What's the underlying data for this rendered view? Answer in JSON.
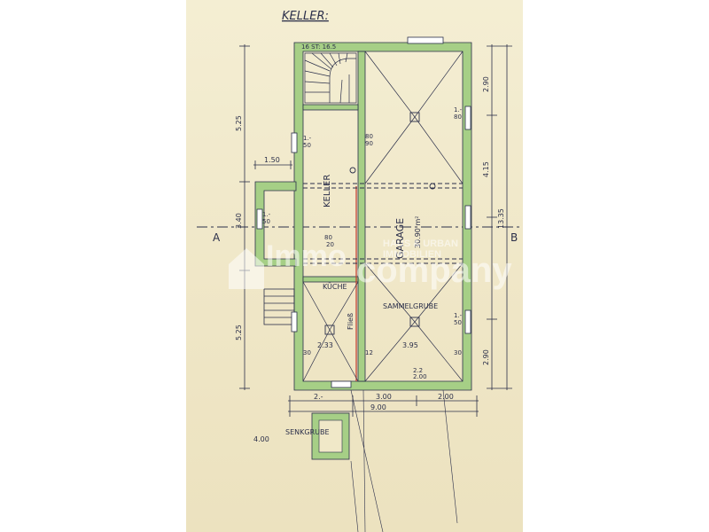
{
  "plan": {
    "title": "KELLER:",
    "section_left": "A",
    "section_right": "B",
    "stair_note": "16 ST: 16.5",
    "rooms": {
      "keller": "KELLER",
      "garage": "GARAGE",
      "garage_area": "30.90 m²",
      "kueche": "KÜCHE",
      "sammelgrube": "SAMMELGRUBE",
      "senkgrube": "SENKGRUBE",
      "flies": "Fließ"
    },
    "dimensions": {
      "left_upper": "5.25",
      "left_mid": "3.40",
      "left_lower": "5.25",
      "right_top": "2.90",
      "right_mid1": "4.15",
      "right_mid2": "13.35",
      "right_lower": "2.90",
      "bottom_left": "2.-",
      "bottom_mid": "3.00",
      "bottom_right": "2.00",
      "bottom_total": "9.00",
      "side_annex": "1.50",
      "lower_left_inner": "2.33",
      "lower_mid_inner": "3.95",
      "senkgrube_width": "4.00",
      "window_1": "1.-",
      "window_1_sub": "50",
      "window_2": "80",
      "window_2_sub": "90",
      "window_3": "1.-",
      "window_3_sub": "80",
      "window_4": "1.-",
      "window_4_sub": "50",
      "window_5": "1.-",
      "window_5_sub": "50",
      "window_6": "2.2",
      "window_6_sub": "2.00",
      "corner_30a": "30",
      "corner_30b": "30",
      "corner_12": "12",
      "door_80": "80",
      "door_20": "20"
    }
  },
  "watermark": {
    "brand_left": "Immo",
    "brand_right": "company",
    "brand_small_line1": "HAUS & URBAN",
    "brand_small_line2": "IMMOBILIEN"
  },
  "colors": {
    "paper": "#f0e8c8",
    "wall": "#a6cf86",
    "ink": "#2b2f4a",
    "red_line": "#c0392b"
  }
}
